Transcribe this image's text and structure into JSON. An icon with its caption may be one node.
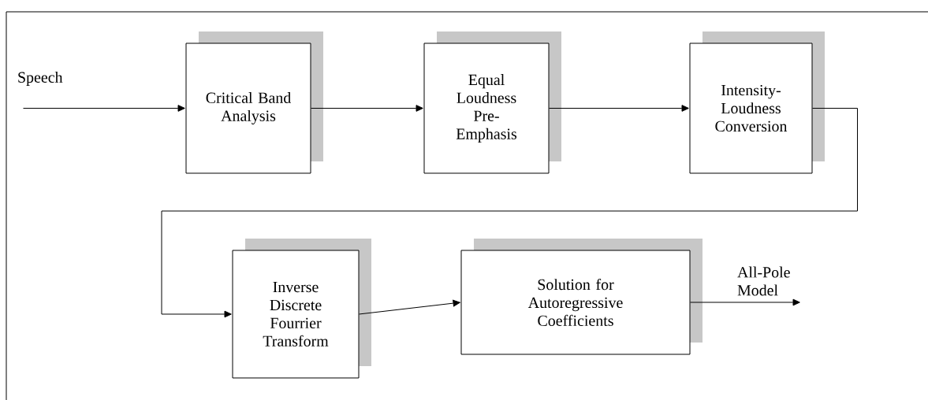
{
  "diagram": {
    "nodes": [
      {
        "text": [
          "Critical Band Analysis"
        ]
      },
      {
        "text": [
          "Equal Loudness Pre-Emphasis"
        ]
      },
      {
        "text": [
          "Intensity-Loudness Conversion"
        ]
      },
      {
        "text": [
          "Inverse Discrete Fourrier Transform"
        ]
      },
      {
        "text": [
          "Solution for Autoregressive Coefficients"
        ]
      }
    ],
    "edges": [
      {
        "from": null,
        "to": 0,
        "arrow": "to",
        "label": "Speech"
      },
      {
        "from": 0,
        "to": 1,
        "arrow": "to"
      },
      {
        "from": 1,
        "to": 2,
        "arrow": "to"
      },
      {
        "from": 2,
        "to": 3,
        "arrow": "to"
      },
      {
        "from": 3,
        "to": 4,
        "arrow": "to"
      },
      {
        "from": 4,
        "to": null,
        "arrow": "to",
        "label": "All-Pole Model"
      }
    ]
  }
}
